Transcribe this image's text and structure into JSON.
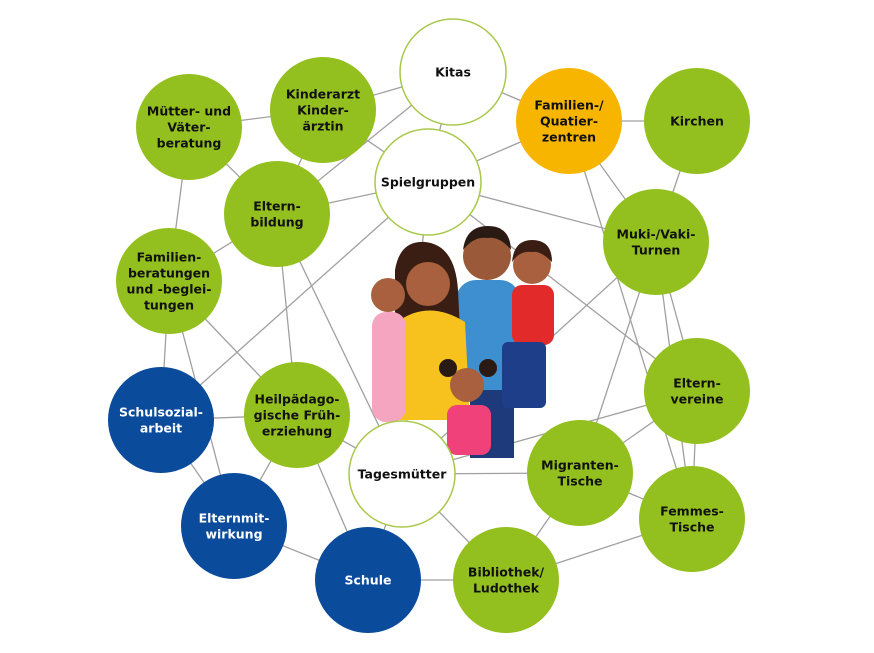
{
  "colors": {
    "green": "#93C01F",
    "orange": "#F7B500",
    "blue": "#0B4B9B",
    "white": "#FFFFFF",
    "stroke_white_node": "#A8C84A",
    "edge": "#A0A0A0"
  },
  "nodes": [
    {
      "id": "kitas",
      "lines": [
        "Kitas"
      ],
      "kind": "white"
    },
    {
      "id": "kinderarzt",
      "lines": [
        "Kinderarzt",
        "Kinder-",
        "ärztin"
      ],
      "kind": "green"
    },
    {
      "id": "muetter",
      "lines": [
        "Mütter- und",
        "Väter-",
        "beratung"
      ],
      "kind": "green"
    },
    {
      "id": "quartier",
      "lines": [
        "Familien-/",
        "Quatier-",
        "zentren"
      ],
      "kind": "orange"
    },
    {
      "id": "kirchen",
      "lines": [
        "Kirchen"
      ],
      "kind": "green"
    },
    {
      "id": "spielgruppen",
      "lines": [
        "Spielgruppen"
      ],
      "kind": "white"
    },
    {
      "id": "elternbildung",
      "lines": [
        "Eltern-",
        "bildung"
      ],
      "kind": "green"
    },
    {
      "id": "familienberatung",
      "lines": [
        "Familien-",
        "beratungen",
        "und -beglei-",
        "tungen"
      ],
      "kind": "green"
    },
    {
      "id": "muki",
      "lines": [
        "Muki-/Vaki-",
        "Turnen"
      ],
      "kind": "green"
    },
    {
      "id": "elternvereine",
      "lines": [
        "Eltern-",
        "vereine"
      ],
      "kind": "green"
    },
    {
      "id": "schulsozial",
      "lines": [
        "Schulsozial-",
        "arbeit"
      ],
      "kind": "blue"
    },
    {
      "id": "heilpaed",
      "lines": [
        "Heilpädago-",
        "gische Früh-",
        "erziehung"
      ],
      "kind": "green"
    },
    {
      "id": "tagesmuetter",
      "lines": [
        "Tagesmütter"
      ],
      "kind": "white"
    },
    {
      "id": "migranten",
      "lines": [
        "Migranten-",
        "Tische"
      ],
      "kind": "green"
    },
    {
      "id": "femmes",
      "lines": [
        "Femmes-",
        "Tische"
      ],
      "kind": "green"
    },
    {
      "id": "elternmitwirkung",
      "lines": [
        "Elternmit-",
        "wirkung"
      ],
      "kind": "blue"
    },
    {
      "id": "schule",
      "lines": [
        "Schule"
      ],
      "kind": "blue"
    },
    {
      "id": "bibliothek",
      "lines": [
        "Bibliothek/",
        "Ludothek"
      ],
      "kind": "green"
    }
  ],
  "illustration": "family-illustration"
}
